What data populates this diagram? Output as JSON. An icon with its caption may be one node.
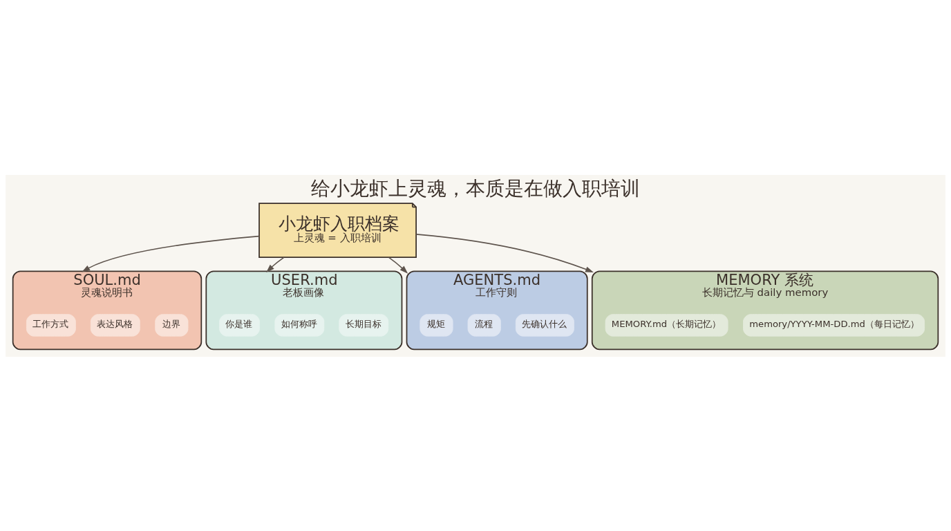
{
  "diagram": {
    "title": "给小龙虾上灵魂，本质是在做入职培训",
    "nodes": [
      {
        "text": [
          "SOUL.md",
          "灵魂说明书"
        ]
      },
      {
        "text": [
          "工作方式"
        ],
        "in": 0
      },
      {
        "text": [
          "表达风格"
        ],
        "in": 0
      },
      {
        "text": [
          "边界"
        ],
        "in": 0
      },
      {
        "text": [
          "USER.md",
          "老板画像"
        ]
      },
      {
        "text": [
          "你是谁"
        ],
        "in": 4
      },
      {
        "text": [
          "如何称呼"
        ],
        "in": 4
      },
      {
        "text": [
          "长期目标"
        ],
        "in": 4
      },
      {
        "text": [
          "小龙虾入职档案",
          "上灵魂 = 入职培训"
        ]
      },
      {
        "text": [
          "AGENTS.md",
          "工作守则"
        ]
      },
      {
        "text": [
          "规矩"
        ],
        "in": 9
      },
      {
        "text": [
          "流程"
        ],
        "in": 9
      },
      {
        "text": [
          "先确认什么"
        ],
        "in": 9
      },
      {
        "text": [
          "MEMORY 系统",
          "长期记忆与 daily memory"
        ]
      },
      {
        "text": [
          "MEMORY.md（长期记忆）"
        ],
        "in": 13
      },
      {
        "text": [
          "memory/YYYY-MM-DD.md（每日记忆）"
        ],
        "in": 13
      }
    ],
    "edges": [
      {
        "from": 8,
        "to": 0,
        "arrow": "to"
      },
      {
        "from": 8,
        "to": 4,
        "arrow": "to"
      },
      {
        "from": 8,
        "to": 9,
        "arrow": "to"
      },
      {
        "from": 8,
        "to": 13,
        "arrow": "to"
      }
    ]
  }
}
